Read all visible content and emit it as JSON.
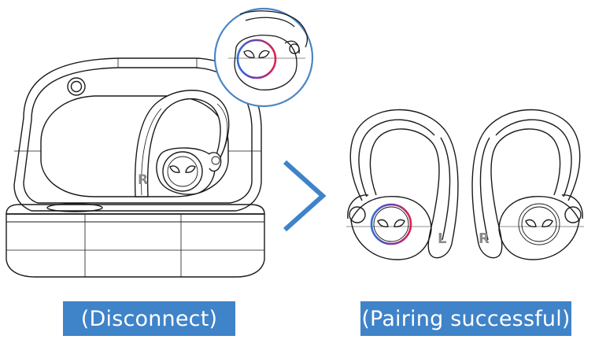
{
  "labels": {
    "case_earbud": "R",
    "left_earbud": "L",
    "right_earbud": "R"
  },
  "captions": {
    "left": "(Disconnect)",
    "right": "(Pairing successful)"
  },
  "colors": {
    "caption_bg": "#3f83c9",
    "arrow": "#3f83c9",
    "zoom_ring": "#4a86c5",
    "indicator_blue": "#2f6fd6",
    "indicator_red": "#e0204e",
    "line_art": "#1a1a1a"
  }
}
